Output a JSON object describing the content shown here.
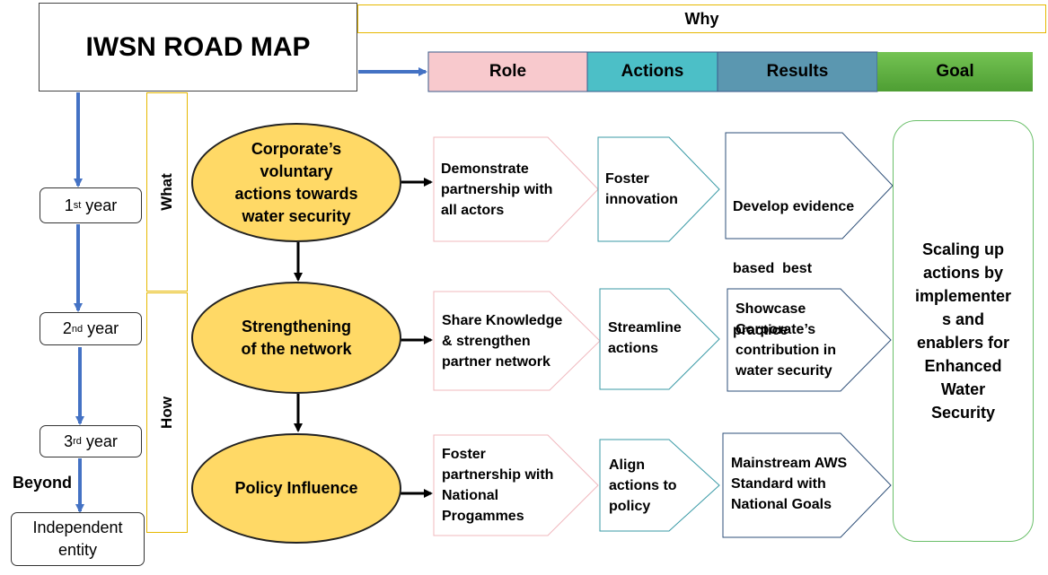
{
  "title": "IWSN ROAD MAP",
  "why": "Why",
  "headers": {
    "role": "Role",
    "actions": "Actions",
    "results": "Results",
    "goal": "Goal"
  },
  "colors": {
    "role": "#f8c9cd",
    "actions": "#4cbfc7",
    "results": "#5b97b0",
    "goal_top": "#74c353",
    "goal_bottom": "#4e9e33",
    "ellipse": "#ffd966",
    "arrow_blue": "#4472c4",
    "side_border": "#e6b800",
    "goal_border": "#6abf69"
  },
  "timeline": {
    "year1": {
      "num": "1",
      "sup": "st",
      "rest": " year"
    },
    "year2": {
      "num": "2",
      "sup": "nd",
      "rest": " year"
    },
    "year3": {
      "num": "3",
      "sup": "rd",
      "rest": " year"
    },
    "beyond": "Beyond",
    "independent": [
      "Independent",
      "entity"
    ]
  },
  "side": {
    "what": "What",
    "how": "How"
  },
  "rows": [
    {
      "focus": [
        "Corporate’s",
        "voluntary",
        "actions towards",
        "water security"
      ],
      "role": [
        "Demonstrate",
        "partnership with",
        "all actors"
      ],
      "action": [
        "Foster",
        "innovation"
      ],
      "result": [
        "Develop evidence",
        "based  best",
        "practice"
      ]
    },
    {
      "focus": [
        "Strengthening",
        "of the network"
      ],
      "role": [
        "Share Knowledge",
        "& strengthen",
        "partner network"
      ],
      "action": [
        "Streamline",
        "actions"
      ],
      "result": [
        "Showcase",
        "Corporate’s",
        "contribution in",
        "water security"
      ]
    },
    {
      "focus": [
        "Policy Influence"
      ],
      "role": [
        "Foster",
        "partnership with",
        "National",
        "Progammes"
      ],
      "action": [
        "Align",
        "actions to",
        "policy"
      ],
      "result": [
        "Mainstream AWS",
        "Standard with",
        "National Goals"
      ]
    }
  ],
  "goal_text": [
    "Scaling up",
    "actions by",
    "implementer",
    "s and",
    "enablers for",
    "Enhanced",
    "Water",
    "Security"
  ]
}
